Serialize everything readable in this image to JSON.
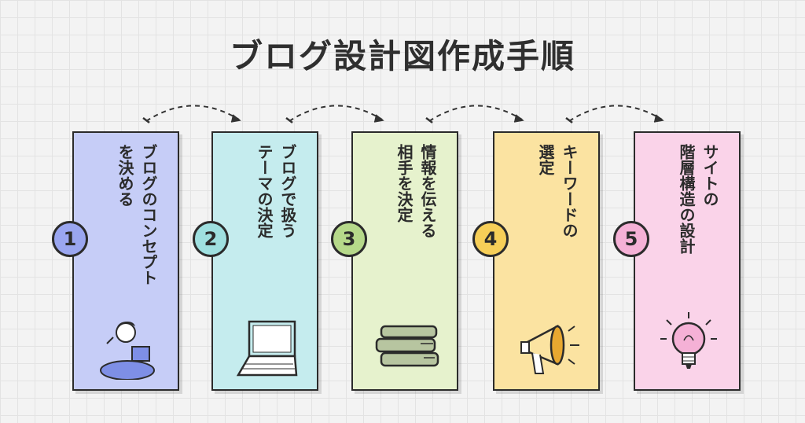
{
  "title": "ブログ設計図作成手順",
  "steps": [
    {
      "number": "1",
      "text": "ブログのコンセプト\nを決める",
      "color": "#c6cdf7",
      "badge_color": "#9aa6f0",
      "icon": "person-holding-book-icon"
    },
    {
      "number": "2",
      "text": "ブログで扱う\nテーマの決定",
      "color": "#c5ecee",
      "badge_color": "#9fe0e0",
      "icon": "laptop-icon"
    },
    {
      "number": "3",
      "text": "情報を伝える\n相手を決定",
      "color": "#e6f2cd",
      "badge_color": "#b6d98a",
      "icon": "book-stack-icon"
    },
    {
      "number": "4",
      "text": "キーワードの\n選定",
      "color": "#fbe3a1",
      "badge_color": "#f7cf58",
      "icon": "megaphone-icon"
    },
    {
      "number": "5",
      "text": "サイトの\n階層構造の設計",
      "color": "#fad3e9",
      "badge_color": "#f5b1d6",
      "icon": "lightbulb-icon"
    }
  ]
}
